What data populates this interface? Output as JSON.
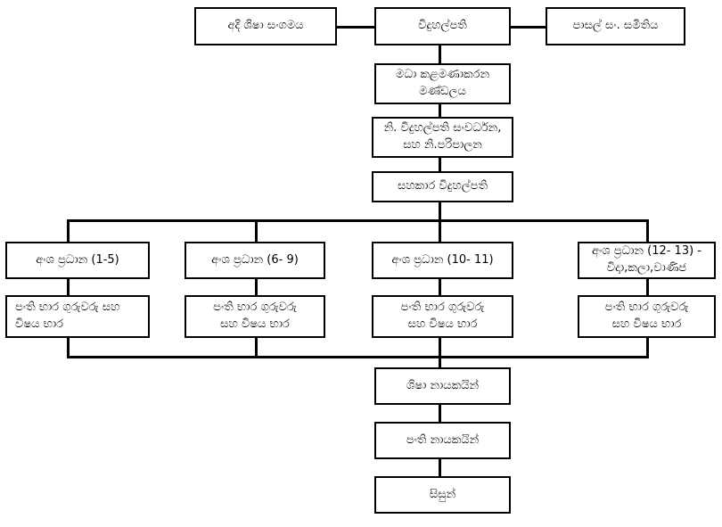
{
  "diagram": {
    "title": "School Administration Organizational Chart",
    "language": "Sinhala",
    "line_color": "#000000",
    "box_border_color": "#000000",
    "background_color": "#ffffff"
  },
  "nodes": {
    "old_students_association": {
      "label": "අදි ශිෂා සංගමය"
    },
    "principal": {
      "label": "විදුහල්පති"
    },
    "school_development_society": {
      "label": "පාසල් සං. සමිතිය"
    },
    "middle_management_board": {
      "line1": "මධා කළමණාකරන",
      "line2": "මණ්ඩලය"
    },
    "deputy_principals": {
      "line1": "නි. විදුහල්පති සංවර්ධන,",
      "line2": "සහ නි.පරිපාලන"
    },
    "assistant_principal": {
      "label": "සහකාර විදුහල්පති"
    },
    "section_head_1": {
      "label": "අංශ ප්‍රධාන (1-5)"
    },
    "section_head_2": {
      "label": "අංශ ප්‍රධාන (6- 9)"
    },
    "section_head_3": {
      "label": "අංශ ප්‍රධාන (10- 11)"
    },
    "section_head_4": {
      "line1": "අංශ ප්‍රධාන (12- 13) -",
      "line2": "විදාා,කලා,වාණිජ"
    },
    "class_teachers_1": {
      "line1": "පංති භාර ගුරුවරු සහ",
      "line2": "විෂය භාර"
    },
    "class_teachers_2": {
      "line1": "පංති භාර ගුරුවරු",
      "line2": "සහ විෂය භාර"
    },
    "class_teachers_3": {
      "line1": "පංති භාර ගුරුවරු",
      "line2": "සහ විෂය භාර"
    },
    "class_teachers_4": {
      "line1": "පංති භාර ගුරුවරු",
      "line2": "සහ විෂය භාර"
    },
    "student_leaders": {
      "label": "ශිෂා නායකයින්"
    },
    "class_leaders": {
      "label": "පංති නායකයින්"
    },
    "students": {
      "label": "සිසුන්"
    }
  }
}
